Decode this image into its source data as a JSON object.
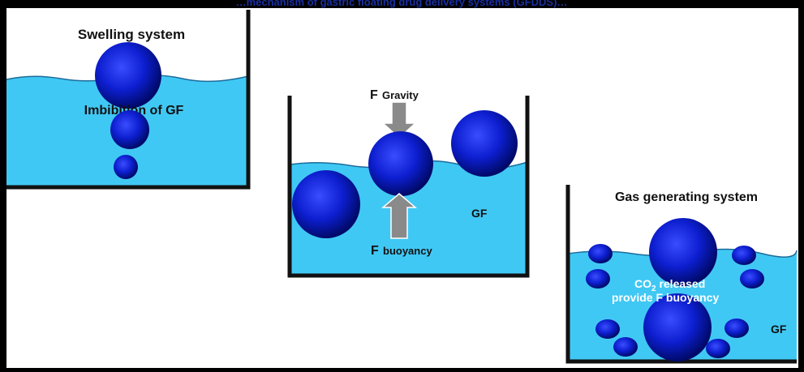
{
  "header_title": "…mechanism of gastric floating drug delivery systems (GFDDS)…",
  "panels": {
    "swelling": {
      "title": "Swelling system",
      "caption": "Imbibition of GF"
    },
    "middle": {
      "gravity_prefix": "F",
      "gravity_word": "Gravity",
      "buoyancy_prefix": "F",
      "buoyancy_word": "buoyancy",
      "fluid_label": "GF"
    },
    "gas": {
      "title": "Gas generating system",
      "co2_main": "CO",
      "co2_sub": "2",
      "co2_rest": " released",
      "provide_text": "provide F buoyancy",
      "fluid_label": "GF"
    }
  },
  "colors": {
    "fluid": "#40c8f4",
    "sphere_dark": "#000a80",
    "sphere_light": "#2a3cff",
    "header_text": "#1a2fa0",
    "arrow": "#8a8a8a",
    "container": "#111111"
  }
}
